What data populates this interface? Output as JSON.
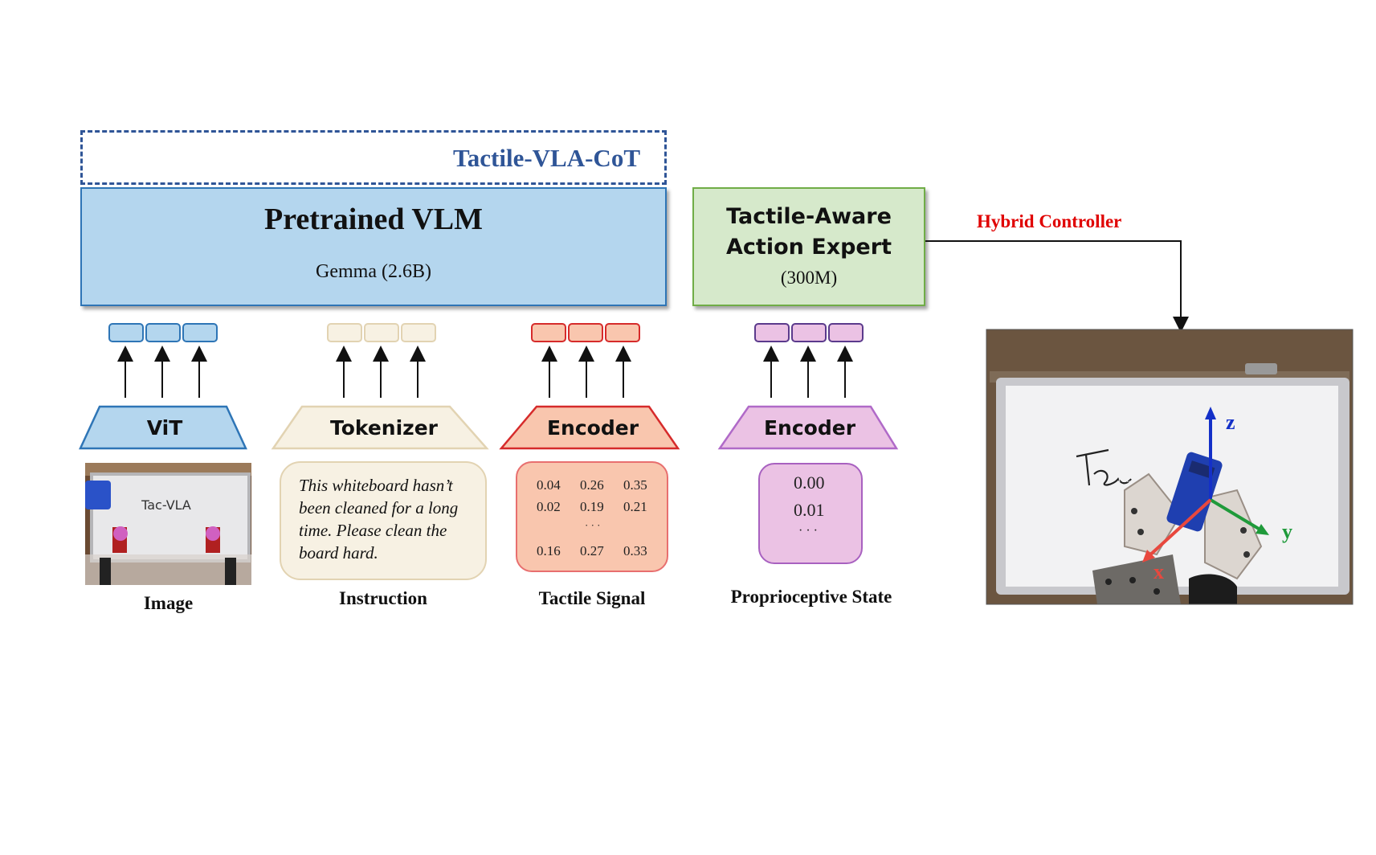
{
  "cot_label": "Tactile-VLA-CoT",
  "vlm": {
    "title": "Pretrained VLM",
    "subtitle": "Gemma (2.6B)"
  },
  "action_expert": {
    "title_line1": "Tactile-Aware",
    "title_line2": "Action Expert",
    "subtitle": "(300M)"
  },
  "hybrid_controller": "Hybrid Controller",
  "branches": {
    "image": {
      "encoder": "ViT",
      "caption": "Image",
      "photo_text": "Tac-VLA"
    },
    "instruction": {
      "encoder": "Tokenizer",
      "caption": "Instruction",
      "lines": [
        "This whiteboard hasn’t",
        "been cleaned for a long",
        "time. Please clean the",
        "board hard."
      ]
    },
    "tactile": {
      "encoder": "Encoder",
      "caption": "Tactile Signal",
      "rows": [
        [
          "0.04",
          "0.26",
          "0.35"
        ],
        [
          "0.02",
          "0.19",
          "0.21"
        ],
        [
          "0.16",
          "0.27",
          "0.33"
        ]
      ],
      "ellipsis": "· · ·"
    },
    "proprio": {
      "encoder": "Encoder",
      "caption": "Proprioceptive State",
      "values": [
        "0.00",
        "0.01"
      ],
      "ellipsis": "· · ·"
    }
  },
  "robot_view": {
    "axes": [
      "z",
      "y",
      "x"
    ],
    "board_text": "Tac"
  },
  "colors": {
    "blue": "#2f5597",
    "vlm_fill": "#b4d6ee",
    "ae_fill": "#d6e9cb",
    "tan": "#f7f1e3",
    "salmon": "#f9c6ae",
    "pink": "#ebc2e4",
    "red_label": "#e00000"
  }
}
